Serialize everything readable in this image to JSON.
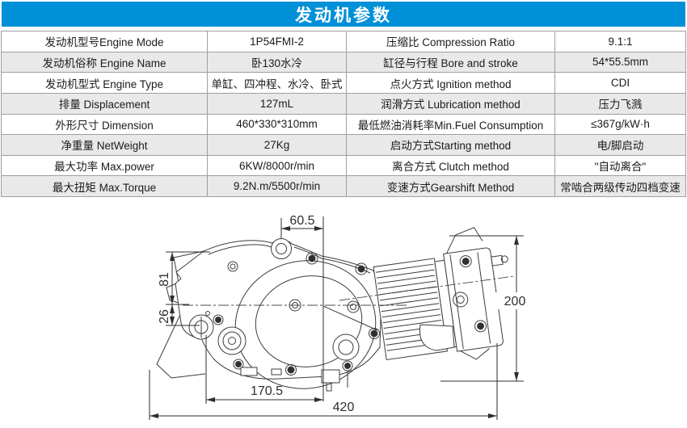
{
  "title": "发动机参数",
  "colors": {
    "header_bg": "#0090d7",
    "row_alt_bg": "#e9e9e9",
    "border": "#9f9f9f",
    "text": "#1b1b1b",
    "line": "#3d3d3d"
  },
  "table": {
    "rows": [
      [
        "发动机型号Engine Mode",
        "1P54FMI-2",
        "压缩比 Compression Ratio",
        "9.1:1"
      ],
      [
        "发动机俗称 Engine Name",
        "卧130水冷",
        "缸径与行程 Bore and stroke",
        "54*55.5mm"
      ],
      [
        "发动机型式 Engine Type",
        "单缸、四冲程、水冷、卧式",
        "点火方式 Ignition method",
        "CDI"
      ],
      [
        "排量 Displacement",
        "127mL",
        "润滑方式 Lubrication method",
        "压力飞溅"
      ],
      [
        "外形尺寸 Dimension",
        "460*330*310mm",
        "最低燃油消耗率Min.Fuel Consumption",
        "≤367g/kW·h"
      ],
      [
        "净重量 NetWeight",
        "27Kg",
        "启动方式Starting method",
        "电/脚启动"
      ],
      [
        "最大功率 Max.power",
        "6KW/8000r/min",
        "离合方式 Clutch method",
        "\"自动离合\""
      ],
      [
        "最大扭矩 Max.Torque",
        "9.2N.m/5500r/min",
        "变速方式Gearshift Method",
        "常啮合两级传动四档变速"
      ]
    ]
  },
  "drawing": {
    "description": "engine side-view technical line drawing with dimension annotations (mm)",
    "dimensions": {
      "top_width": "60.5",
      "left_upper_height": "81",
      "left_lower_height": "26",
      "right_height": "200",
      "bottom_inner_width": "170.5",
      "bottom_total_width": "420"
    }
  }
}
